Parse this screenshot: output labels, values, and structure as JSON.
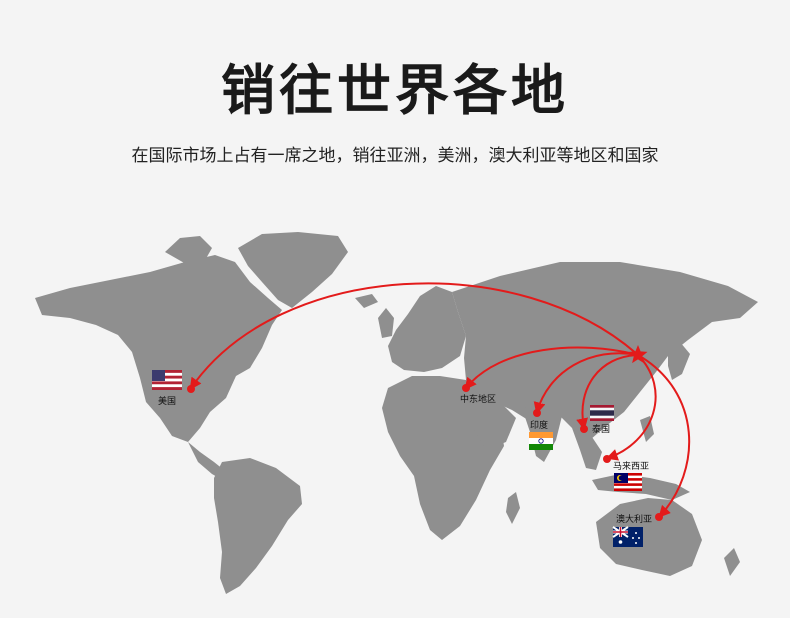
{
  "header": {
    "title": "销往世界各地",
    "subtitle": "在国际市场上占有一席之地，销往亚洲，美洲，澳大利亚等地区和国家"
  },
  "markers": {
    "usa": "美国",
    "middle_east": "中东地区",
    "india": "印度",
    "thailand": "泰国",
    "malaysia": "马来西亚",
    "australia": "澳大利亚"
  },
  "colors": {
    "route": "#e31b1b",
    "land": "#8f8f8f",
    "background": "#f4f4f4"
  },
  "icons": {
    "origin": "star-icon"
  }
}
